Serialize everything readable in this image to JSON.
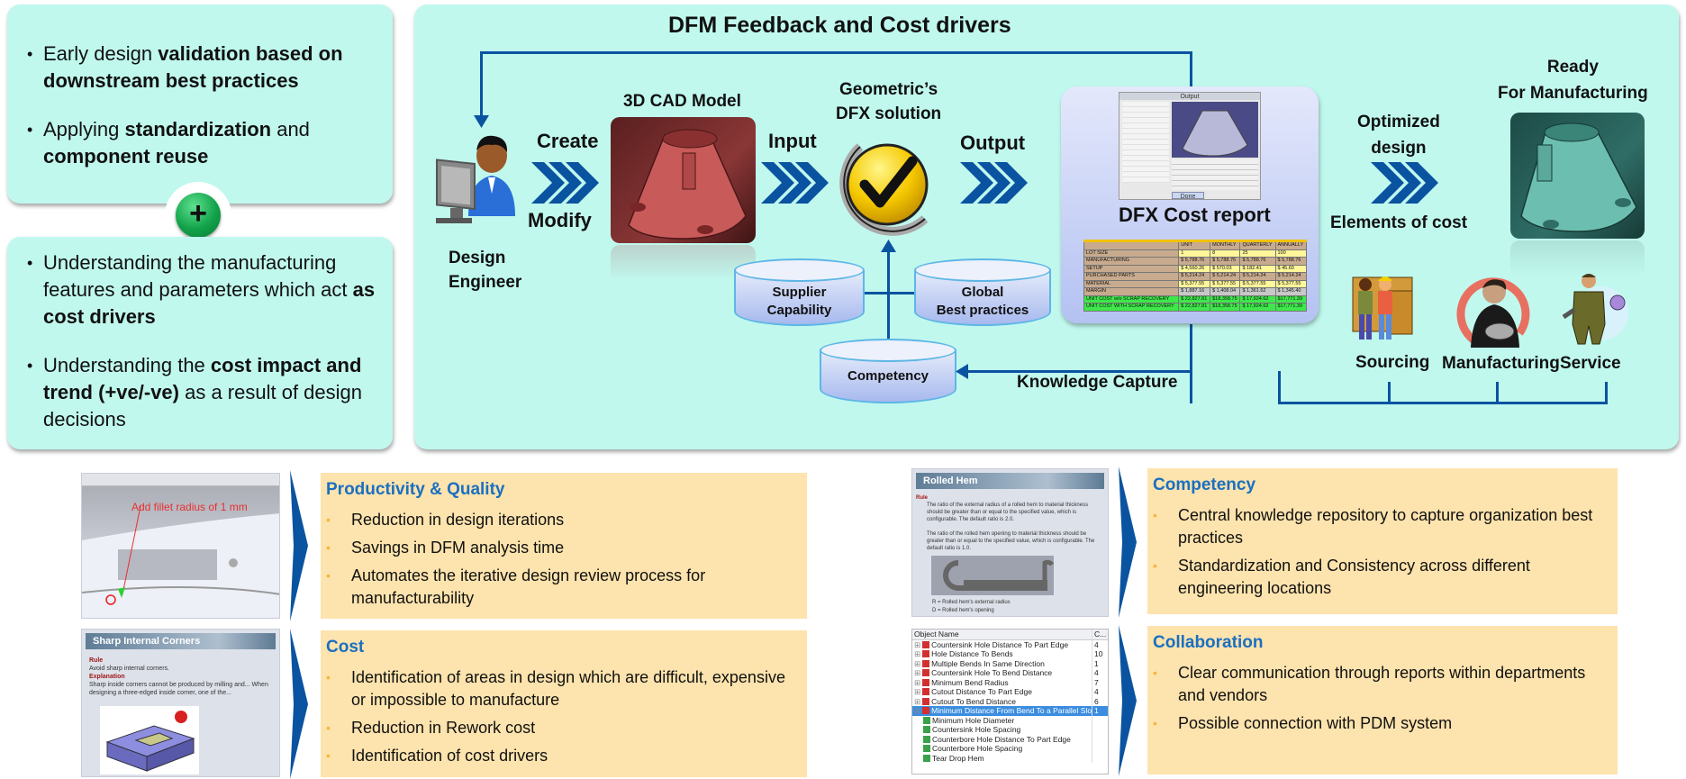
{
  "left_panel_top": {
    "bullets": [
      {
        "pre": "Early design ",
        "bold": "validation based on downstream best practices",
        "post": ""
      },
      {
        "pre": "Applying ",
        "bold": "standardization",
        "mid": " and ",
        "bold2": "component reuse"
      }
    ]
  },
  "plus_icon_label": "+",
  "left_panel_bottom": {
    "bullets": [
      {
        "pre": "Understanding the manufacturing features and parameters which act ",
        "bold": "as cost drivers"
      },
      {
        "pre": "Understanding the ",
        "bold": "cost impact and trend  (+ve/-ve)",
        "post": " as a result of design decisions"
      }
    ]
  },
  "diagram": {
    "title": "DFM Feedback and Cost drivers",
    "actor_label": "Design Engineer",
    "create_label": "Create",
    "modify_label": "Modify",
    "cad_model_label": "3D CAD Model",
    "input_label": "Input",
    "solution_label_line1": "Geometric’s",
    "solution_label_line2": "DFX solution",
    "output_label": "Output",
    "report_label": "DFX Cost report",
    "optimized_label_line1": "Optimized",
    "optimized_label_line2": "design",
    "elements_label": "Elements of cost",
    "ready_label_line1": "Ready",
    "ready_label_line2": "For Manufacturing",
    "knowledge_label": "Knowledge Capture",
    "databases": [
      {
        "line1": "Supplier",
        "line2": "Capability"
      },
      {
        "line1": "Global",
        "line2": "Best practices"
      },
      {
        "line1": "Competency",
        "line2": ""
      }
    ],
    "cost_elements": [
      "Sourcing",
      "Manufacturing",
      "Service"
    ],
    "cost_table": {
      "headers": [
        "",
        "UNIT",
        "MONTHLY",
        "QUARTERLY",
        "ANNUALLY"
      ],
      "rows": [
        [
          "LOT SIZE",
          "1",
          "8",
          "25",
          "100"
        ],
        [
          "MANUFACTURING",
          "$ 5,788.76",
          "$ 5,788.76",
          "$ 5,788.76",
          "$ 5,788.76"
        ],
        [
          "SETUP",
          "$ 4,560.26",
          "$ 570.03",
          "$ 182.41",
          "$ 45.60"
        ],
        [
          "PURCHASED PARTS",
          "$ 5,214.24",
          "$ 5,214.24",
          "$ 5,214.24",
          "$ 5,214.24"
        ],
        [
          "MATERIAL",
          "$ 5,377.55",
          "$ 5,377.55",
          "$ 5,377.55",
          "$ 5,377.55"
        ],
        [
          "MARGIN",
          "$ 1,887.16",
          "$ 1,408.04",
          "$ 1,361.62",
          "$ 1,345.40"
        ],
        [
          "UNIT COST w/o SCRAP RECOVERY",
          "$ 22,827.81",
          "$18,358.75",
          "$ 17,924.62",
          "$17,771.39"
        ],
        [
          "UNIT COST WITH SCRAP RECOVERY",
          "$ 22,827.81",
          "$18,358.75",
          "$ 17,924.62",
          "$17,771.39"
        ]
      ]
    },
    "report_window_title": "Output",
    "report_window_button": "Done"
  },
  "cards": [
    {
      "title": "Productivity & Quality",
      "items": [
        "Reduction in design iterations",
        "Savings in DFM analysis time",
        "Automates the iterative design review process for manufacturability"
      ],
      "thumb_caption": "Add fillet radius of 1 mm"
    },
    {
      "title": "Cost",
      "items": [
        "Identification of areas in design which are difficult, expensive or impossible to manufacture",
        "Reduction in Rework cost",
        "Identification of cost drivers"
      ],
      "thumb_header": "Sharp Internal Corners",
      "thumb_rule_label": "Rule",
      "thumb_rule": "Avoid sharp internal corners.",
      "thumb_expl_label": "Explanation",
      "thumb_expl": "Sharp inside corners cannot be produced by milling and... When designing a three-edged inside corner, one of the..."
    },
    {
      "title": "Competency",
      "items": [
        "Central knowledge repository to capture organization best practices",
        "Standardization and Consistency across different engineering locations"
      ],
      "thumb_header": "Rolled Hem",
      "thumb_rule_label": "Rule",
      "thumb_rules": [
        "The ratio of the external radius of a rolled hem to material thickness should be greater than or equal to the specified value, which is configurable. The default ratio is 2.0.",
        "The ratio of the rolled hem opening to material thickness should be greater than or equal to the specified value, which is configurable. The default ratio is 1.0."
      ],
      "thumb_legend": [
        "R = Rolled hem's external radius",
        "D = Rolled hem's opening"
      ]
    },
    {
      "title": "Collaboration",
      "items": [
        "Clear communication through reports within departments and vendors",
        "Possible connection with PDM system"
      ],
      "object_table": {
        "headers": [
          "Object Name",
          "C..."
        ],
        "rows": [
          {
            "name": "Countersink Hole Distance To Part Edge",
            "count": "4",
            "status": "fail"
          },
          {
            "name": "Hole Distance To Bends",
            "count": "10",
            "status": "fail"
          },
          {
            "name": "Multiple Bends In Same Direction",
            "count": "1",
            "status": "fail"
          },
          {
            "name": "Countersink Hole To Bend Distance",
            "count": "4",
            "status": "fail"
          },
          {
            "name": "Minimum Bend Radius",
            "count": "7",
            "status": "fail"
          },
          {
            "name": "Cutout Distance To Part Edge",
            "count": "4",
            "status": "fail"
          },
          {
            "name": "Cutout To Bend Distance",
            "count": "6",
            "status": "fail"
          },
          {
            "name": "Minimum Distance From Bend To a Parallel Slot",
            "count": "1",
            "status": "fail",
            "selected": true
          },
          {
            "name": "Minimum Hole Diameter",
            "count": "",
            "status": "pass"
          },
          {
            "name": "Countersink Hole Spacing",
            "count": "",
            "status": "pass"
          },
          {
            "name": "Counterbore Hole Distance To Part Edge",
            "count": "",
            "status": "pass"
          },
          {
            "name": "Counterbore Hole Spacing",
            "count": "",
            "status": "pass"
          },
          {
            "name": "Tear Drop Hem",
            "count": "",
            "status": "pass"
          }
        ]
      }
    }
  ],
  "colors": {
    "panel_bg": "#c0f8ee",
    "card_bg": "#fde3ad",
    "accent_blue": "#0a53a0",
    "card_title": "#1a6fc1",
    "bullet_orange": "#f6b63c",
    "plus_green": "#12a24a"
  }
}
